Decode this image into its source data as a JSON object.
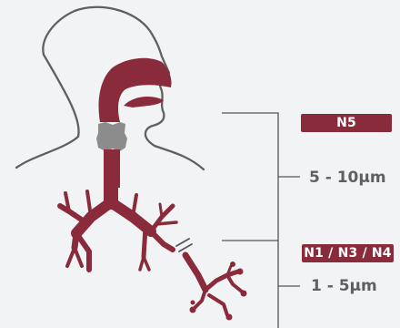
{
  "colors": {
    "airway": "#8a2b3b",
    "larynx": "#8c8c8c",
    "outline": "#606060",
    "bracket": "#555555",
    "badge": "#8a2b3b",
    "background": "#f2f3f5",
    "text": "#5f5f5f"
  },
  "labels": [
    {
      "badge": "N5",
      "size": "5 - 10µm"
    },
    {
      "badge": "N1 / N3 / N4",
      "size": "1 - 5µm"
    }
  ]
}
